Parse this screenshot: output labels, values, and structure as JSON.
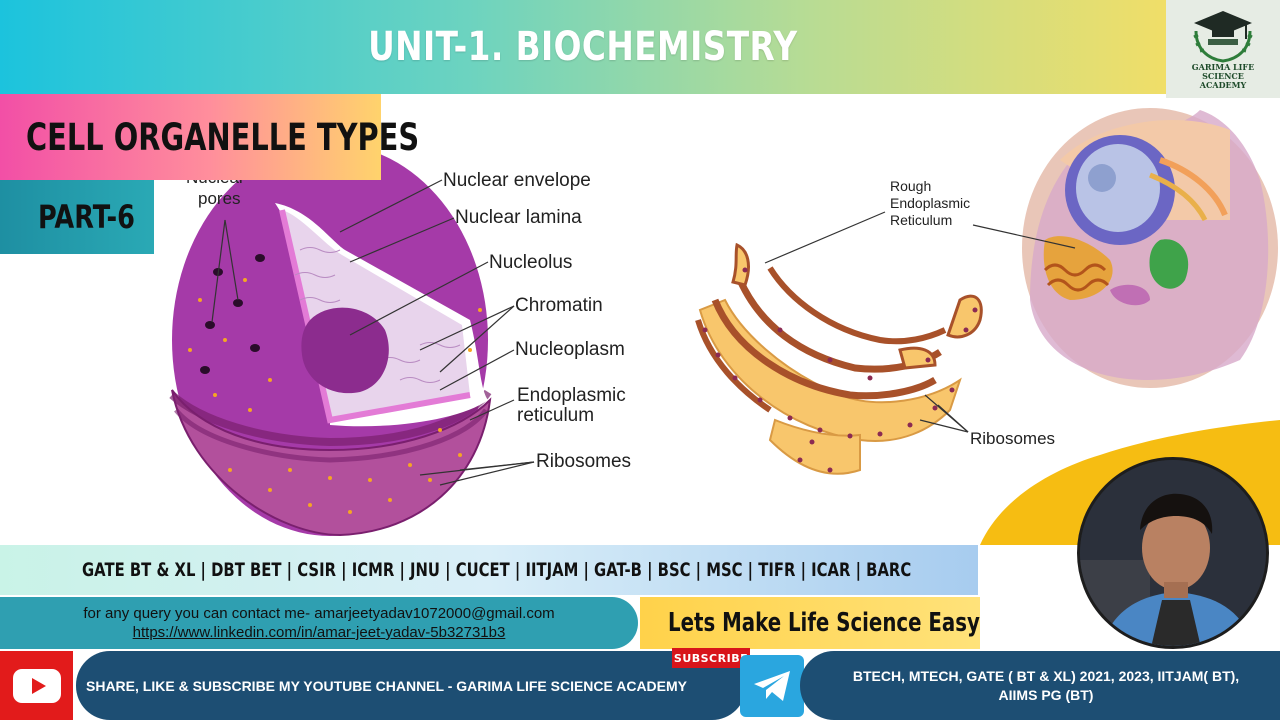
{
  "header": {
    "title": "UNIT-1. BIOCHEMISTRY",
    "logo_text": "GARIMA LIFE SCIENCE ACADEMY"
  },
  "topic": {
    "title": "CELL ORGANELLE TYPES",
    "part": "PART-6"
  },
  "nucleus_diagram": {
    "labels": {
      "nuclear_pores": "Nuclear pores",
      "nuclear_envelope": "Nuclear envelope",
      "nuclear_lamina": "Nuclear lamina",
      "nucleolus": "Nucleolus",
      "chromatin": "Chromatin",
      "nucleoplasm": "Nucleoplasm",
      "endoplasmic_reticulum": "Endoplasmic reticulum",
      "ribosomes": "Ribosomes"
    }
  },
  "rer_diagram": {
    "labels": {
      "rough_er": "Rough Endoplasmic Reticulum",
      "ribosomes": "Ribosomes"
    }
  },
  "exams": "GATE BT & XL | DBT BET | CSIR | ICMR | JNU | CUCET | IITJAM | GAT-B | BSC | MSC | TIFR | ICAR | BARC",
  "contact": {
    "email_line": "for any query you can contact me- amarjeetyadav1072000@gmail.com",
    "linkedin": "https://www.linkedin.com/in/amar-jeet-yadav-5b32731b3"
  },
  "tagline": "Lets Make Life Science Easy",
  "footer": {
    "share_text": "SHARE, LIKE & SUBSCRIBE MY YOUTUBE CHANNEL - GARIMA LIFE SCIENCE ACADEMY",
    "subscribe_label": "SUBSCRIBE",
    "qualifications_line1": "BTECH, MTECH,  GATE ( BT & XL) 2021, 2023, IITJAM( BT),",
    "qualifications_line2": "AIIMS PG (BT)"
  },
  "colors": {
    "banner_start": "#1cc3dd",
    "banner_end": "#f0de68",
    "nucleus_purple": "#a53aa8",
    "er_yellow": "#f8c66c",
    "navy": "#1d4e73",
    "youtube_red": "#e21b1b",
    "telegram_blue": "#2aa6df"
  }
}
